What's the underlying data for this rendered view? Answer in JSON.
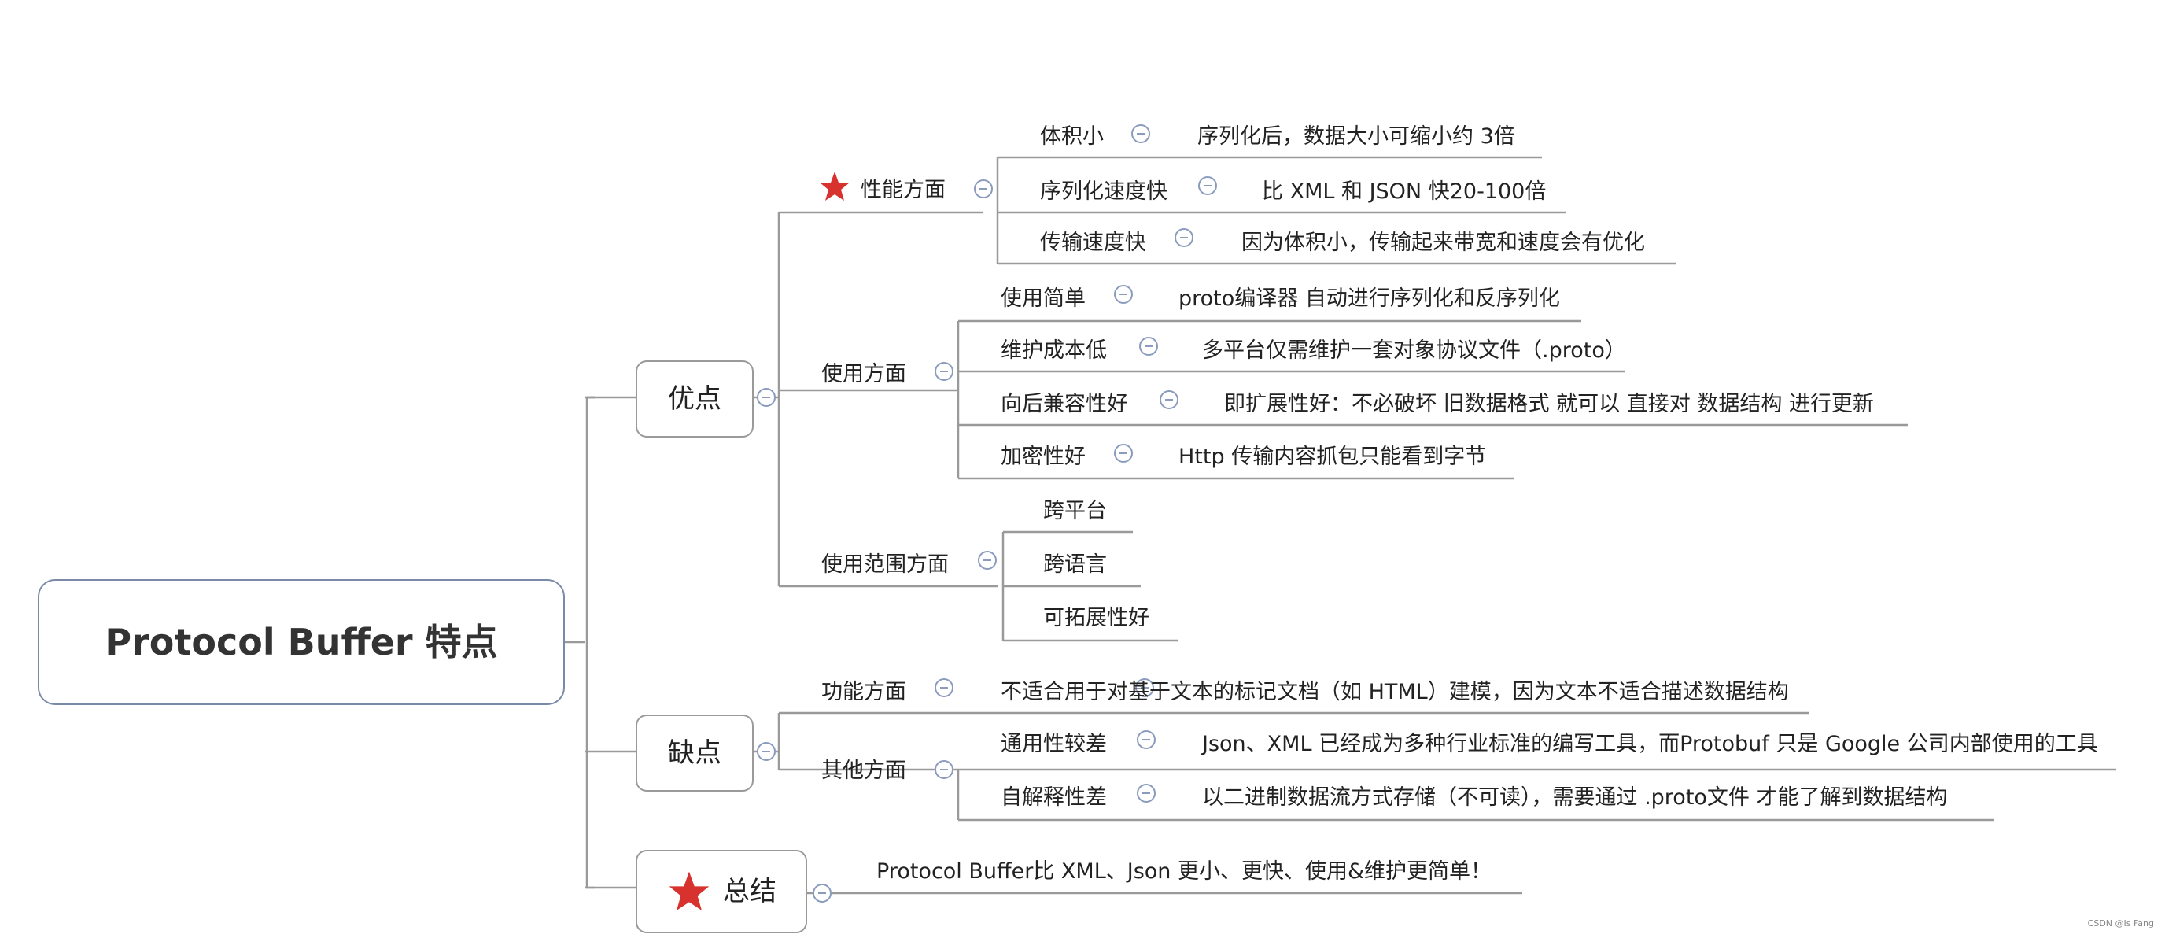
{
  "root": {
    "title": "Protocol Buffer 特点"
  },
  "advantages": {
    "title": "优点",
    "performance": {
      "title": "性能方面",
      "items": [
        {
          "label": "体积小",
          "detail": "序列化后，数据大小可缩小约 3倍"
        },
        {
          "label": "序列化速度快",
          "detail": "比 XML 和 JSON 快20-100倍"
        },
        {
          "label": "传输速度快",
          "detail": "因为体积小，传输起来带宽和速度会有优化"
        }
      ]
    },
    "usage": {
      "title": "使用方面",
      "items": [
        {
          "label": "使用简单",
          "detail": "proto编译器 自动进行序列化和反序列化"
        },
        {
          "label": "维护成本低",
          "detail": "多平台仅需维护一套对象协议文件（.proto）"
        },
        {
          "label": "向后兼容性好",
          "detail": "即扩展性好：不必破坏 旧数据格式 就可以 直接对 数据结构 进行更新"
        },
        {
          "label": "加密性好",
          "detail": "Http 传输内容抓包只能看到字节"
        }
      ]
    },
    "scope": {
      "title": "使用范围方面",
      "items": [
        "跨平台",
        "跨语言",
        "可拓展性好"
      ]
    }
  },
  "disadvantages": {
    "title": "缺点",
    "function": {
      "title": "功能方面",
      "detail": "不适合用于对基于文本的标记文档（如 HTML）建模，因为文本不适合描述数据结构"
    },
    "other": {
      "title": "其他方面",
      "items": [
        {
          "label": "通用性较差",
          "detail": "Json、XML 已经成为多种行业标准的编写工具，而Protobuf 只是 Google 公司内部使用的工具"
        },
        {
          "label": "自解释性差",
          "detail": "以二进制数据流方式存储（不可读），需要通过 .proto文件 才能了解到数据结构"
        }
      ]
    }
  },
  "summary": {
    "title": "总结",
    "text": "Protocol Buffer比 XML、Json  更小、更快、使用&维护更简单！"
  },
  "watermark": "CSDN @Is Fang",
  "colors": {
    "line": "#9a9a9a",
    "root_border": "#7a8aa8",
    "star": "#d8322e",
    "collapse_icon": "#8a9bbd"
  }
}
